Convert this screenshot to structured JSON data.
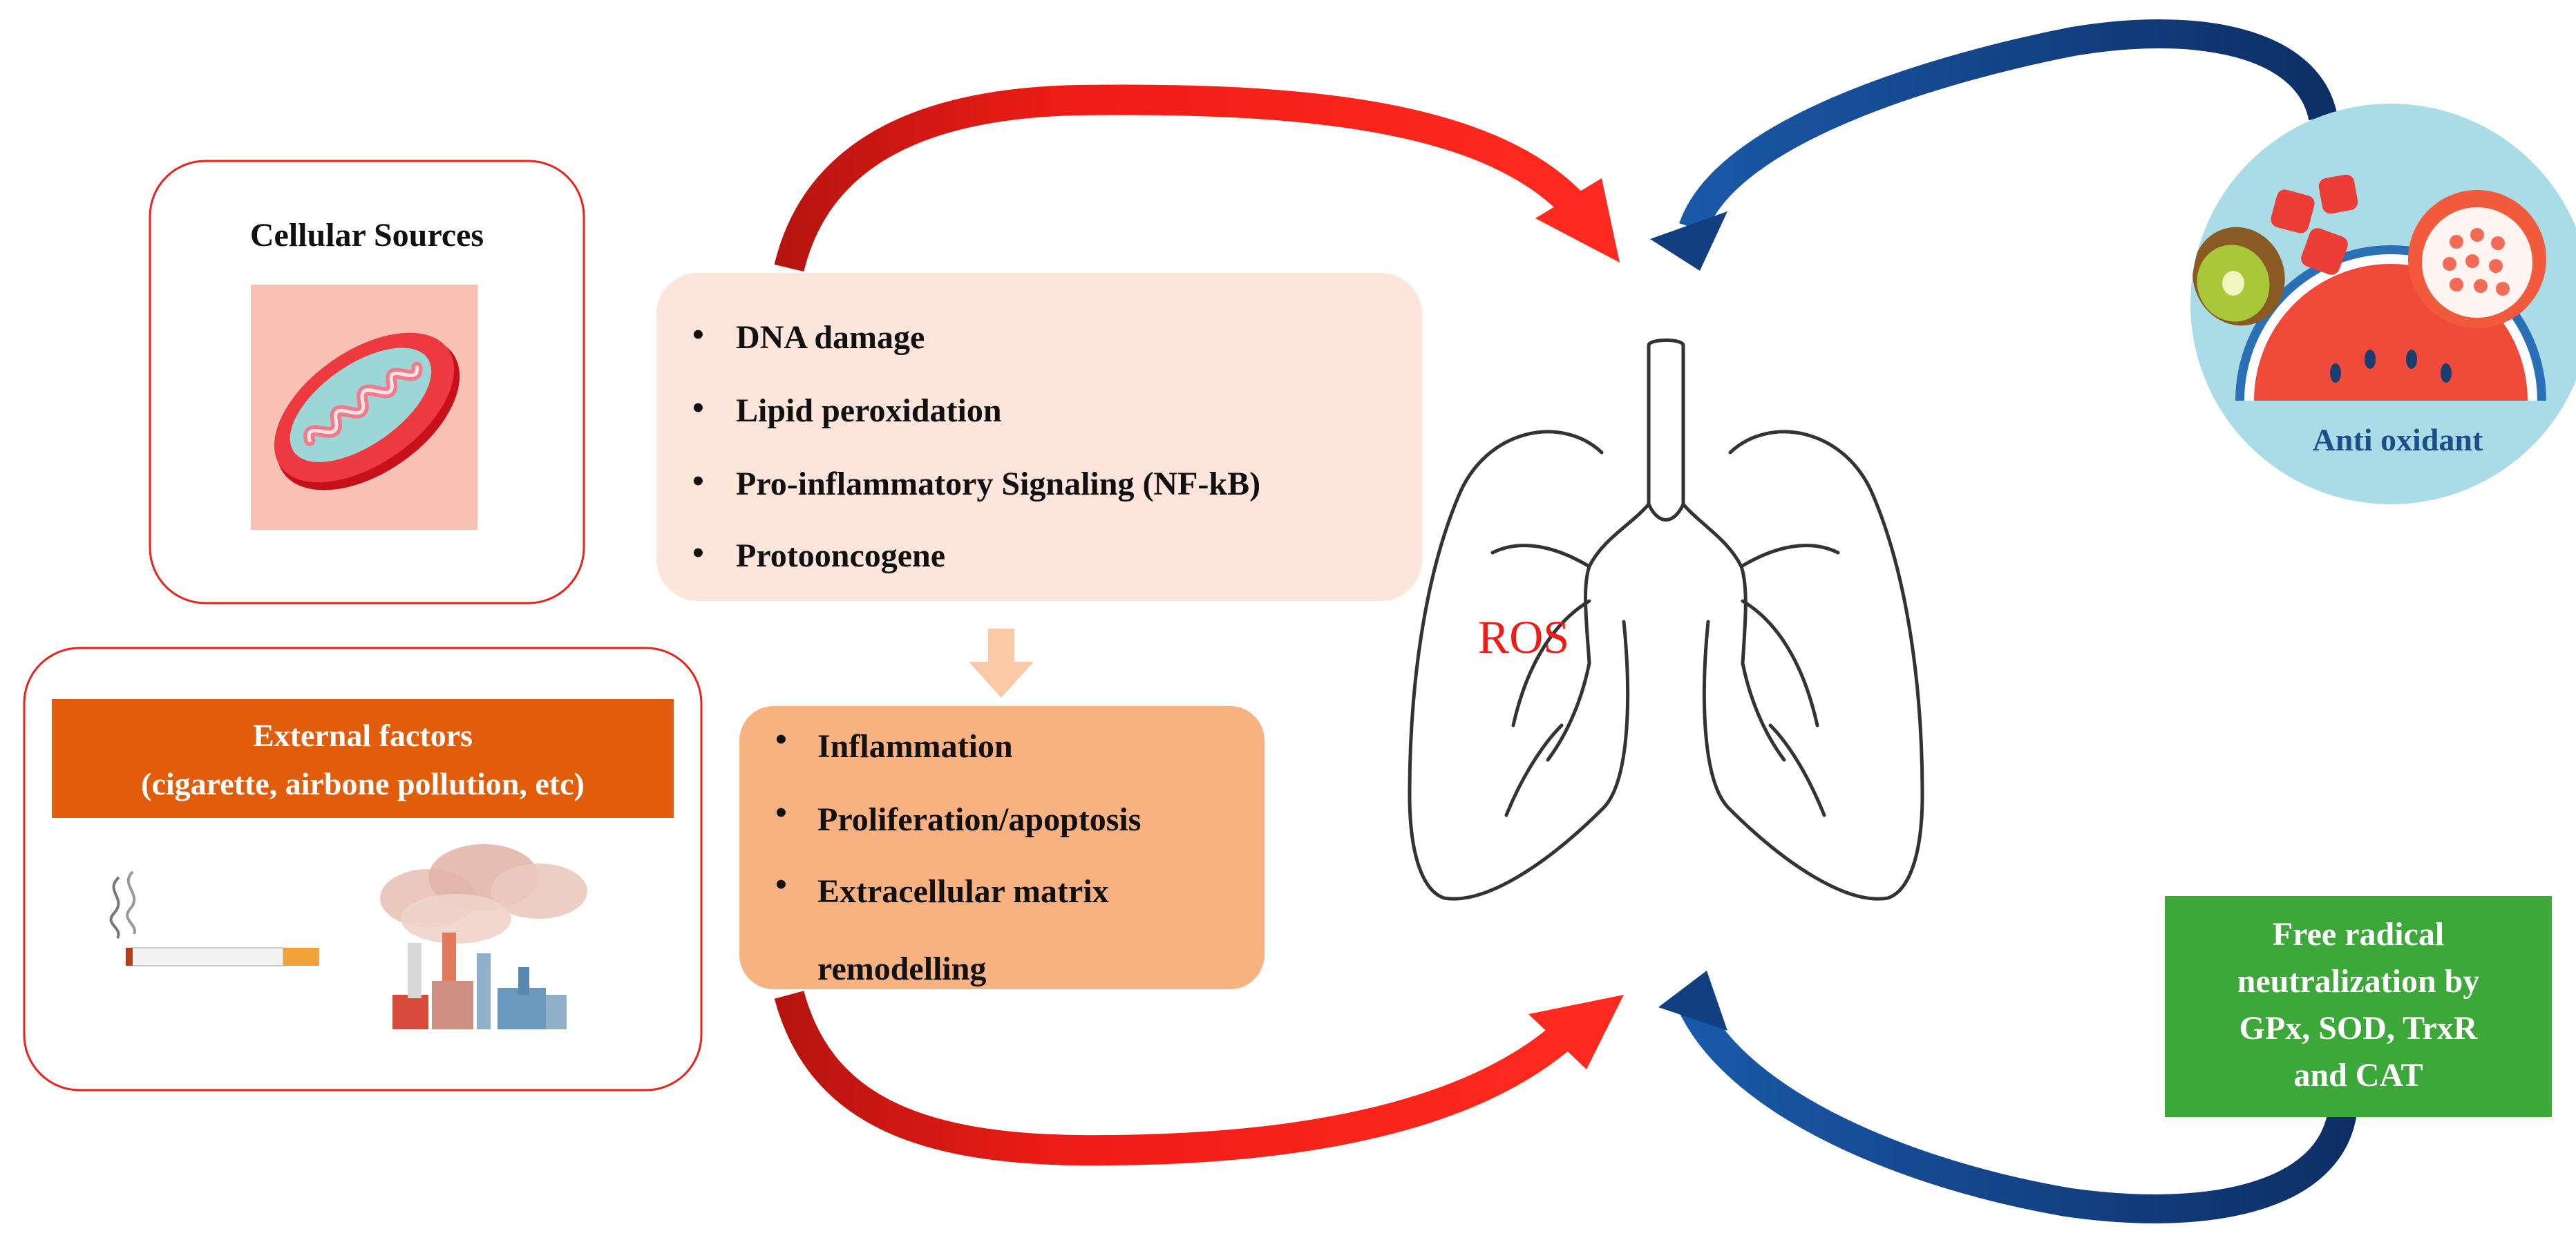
{
  "cellular_sources": {
    "title": "Cellular Sources",
    "icon": "mitochondria-icon"
  },
  "external_factors": {
    "title_line1": "External factors",
    "title_line2": "(cigarette, airbone pollution, etc)",
    "icons": [
      "cigarette-icon",
      "factory-smoke-icon"
    ]
  },
  "effects": {
    "items": [
      "DNA damage",
      "Lipid peroxidation",
      "Pro-inflammatory Signaling (NF-kB)",
      "Protooncogene"
    ]
  },
  "outcomes": {
    "items": [
      "Inflammation",
      "Proliferation/apoptosis",
      "Extracellular matrix"
    ],
    "continuation": "remodelling"
  },
  "center": {
    "label": "ROS",
    "icon": "lungs-icon"
  },
  "antioxidant": {
    "label": "Anti oxidant",
    "icon": "fruits-icon"
  },
  "neutralization": {
    "line1": "Free radical",
    "line2": "neutralization by",
    "line3": "GPx, SOD, TrxR",
    "line4": "and CAT"
  },
  "colors": {
    "red_border": "#e8231b",
    "red_arrow": "#ee1c16",
    "blue_arrow": "#123e82",
    "orange_header": "#e15d0c",
    "effects_box": "#fde5dc",
    "outcomes_box": "#f8b282",
    "down_arrow": "#fbc9a5",
    "green_box": "#3ca83a",
    "antioxidant_circle": "#a9dce6",
    "ros_text": "#ee1c16"
  }
}
